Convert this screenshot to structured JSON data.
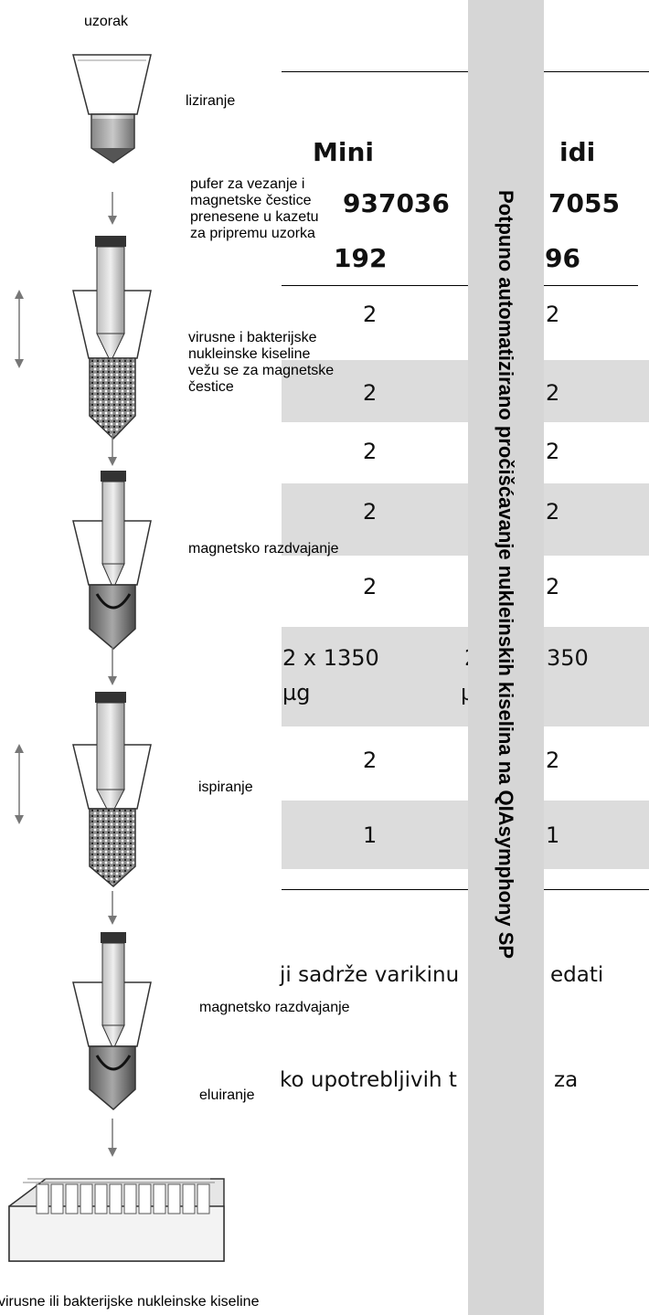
{
  "banner": {
    "title": "Potpuno automatizirano pročišćavanje nukleinskih kiselina na QIAsymphony SP"
  },
  "workflow": {
    "step_sample": "uzorak",
    "step_lysis": "liziranje",
    "step_binding_buffer": [
      "pufer za vezanje i",
      "magnetske čestice",
      "prenesene u kazetu",
      "za pripremu uzorka"
    ],
    "step_bind": [
      "virusne i bakterijske",
      "nukleinske kiseline",
      "vežu se za magnetske",
      "čestice"
    ],
    "step_magnetic_separation_1": "magnetsko razdvajanje",
    "step_wash": "ispiranje",
    "step_magnetic_separation_2": "magnetsko razdvajanje",
    "step_elution": "eluiranje",
    "result": "virusne ili bakterijske nukleinske kiseline"
  },
  "table": {
    "headers": {
      "col1": "Mini",
      "col2": "idi"
    },
    "catalog": {
      "col1": "937036",
      "col2": "7055"
    },
    "preps": {
      "col1": "192",
      "col2": "96"
    },
    "rows": [
      {
        "col1": "2",
        "col2": "2"
      },
      {
        "col1": "2",
        "col2": "2"
      },
      {
        "col1": "2",
        "col2": "2"
      },
      {
        "col1": "2",
        "col2": "2"
      },
      {
        "col1": "2",
        "col2": "2"
      },
      {
        "col1": "2 x 1350",
        "col1_unit": "µg",
        "col2": "350",
        "col2_frag": "2",
        "col2_unit_frag": "µ"
      },
      {
        "col1": "2",
        "col2": "2"
      },
      {
        "col1": "1",
        "col2": "1"
      }
    ]
  },
  "body": {
    "line1_left": "ji sadrže varikinu",
    "line1_right": "edati",
    "line2_left": "ko upotrebljivih t",
    "line2_right": "za"
  }
}
